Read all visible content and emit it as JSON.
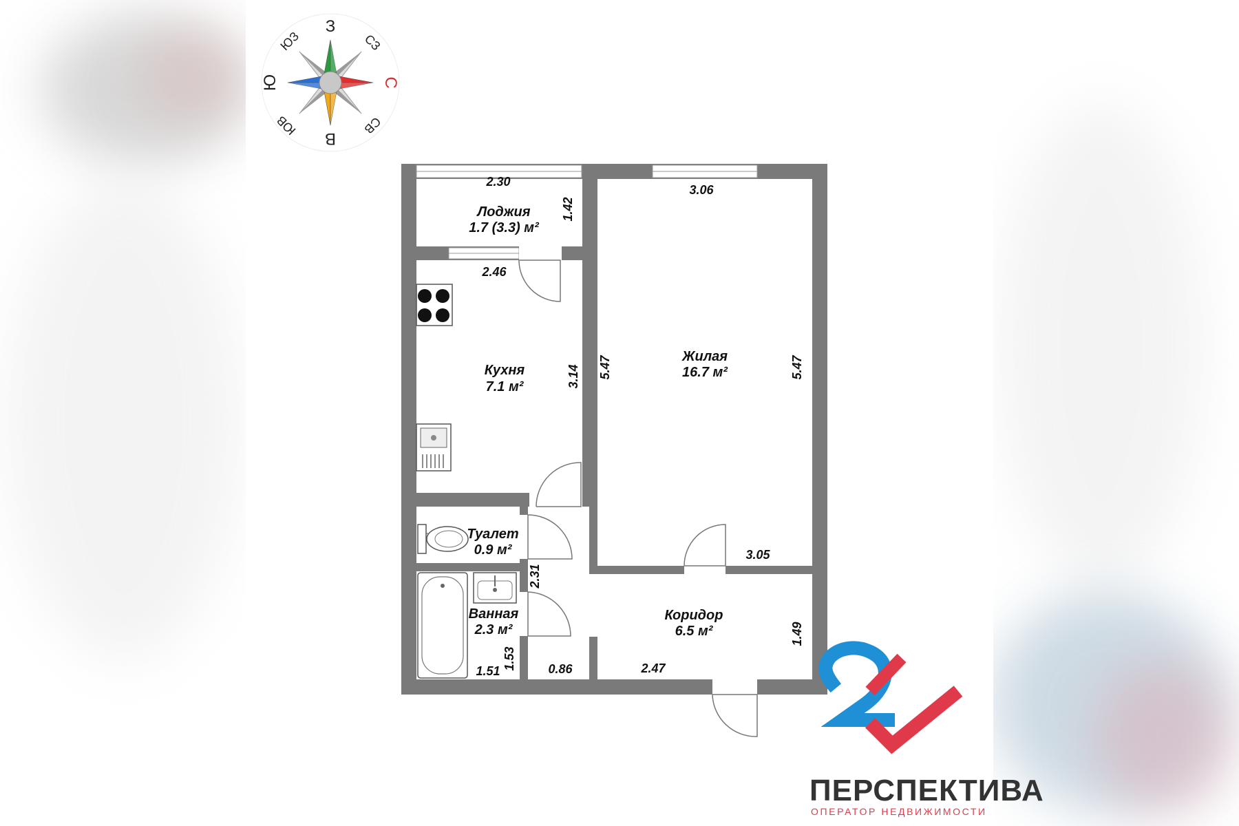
{
  "compass": {
    "top": "З",
    "top_right": "СЗ",
    "right": "С",
    "bottom_right": "СВ",
    "bottom": "В",
    "bottom_left": "ЮВ",
    "left": "Ю",
    "top_left": "ЮЗ",
    "colors": {
      "north": "#e52b2b",
      "south": "#2a6fd6",
      "west": "#2a9a3e",
      "east": "#f2a818",
      "center": "#c8c8c8"
    }
  },
  "rooms": {
    "loggia": {
      "name": "Лоджия",
      "area": "1.7 (3.3) м²"
    },
    "kitchen": {
      "name": "Кухня",
      "area": "7.1 м²"
    },
    "living": {
      "name": "Жилая",
      "area": "16.7 м²"
    },
    "toilet": {
      "name": "Туалет",
      "area": "0.9 м²"
    },
    "bathroom": {
      "name": "Ванная",
      "area": "2.3 м²"
    },
    "corridor": {
      "name": "Коридор",
      "area": "6.5 м²"
    }
  },
  "dimensions": {
    "loggia_width": "2.30",
    "loggia_depth": "1.42",
    "living_top": "3.06",
    "kitchen_top": "2.46",
    "kitchen_height": "3.14",
    "living_left": "5.47",
    "living_right": "5.47",
    "living_bottom": "3.05",
    "hall_height": "2.31",
    "corridor_height": "1.49",
    "bath_width": "1.51",
    "bath_height": "1.53",
    "hall_width": "0.86",
    "corridor_width": "2.47"
  },
  "brand": {
    "logo_number": "24",
    "name": "ПЕРСПЕКТИВА",
    "tagline": "ОПЕРАТОР НЕДВИЖИМОСТИ",
    "colors": {
      "blue": "#1f8fd6",
      "red": "#e03a4a",
      "text": "#333333"
    }
  }
}
